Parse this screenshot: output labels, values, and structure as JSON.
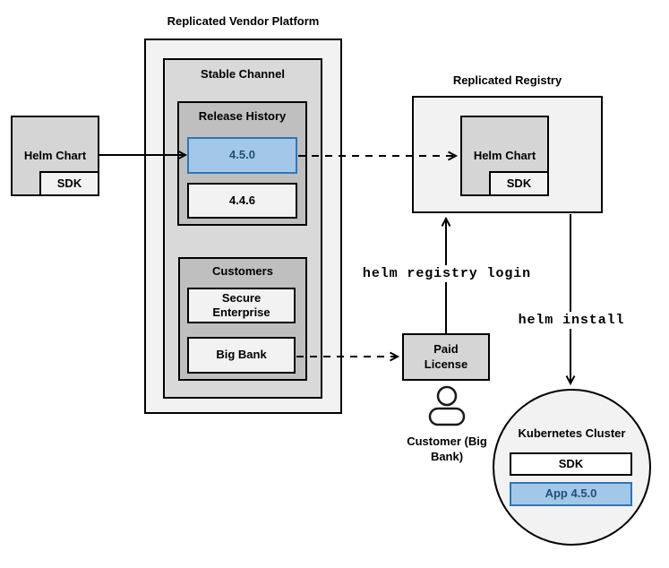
{
  "diagram": {
    "vendor_platform": {
      "title": "Replicated Vendor Platform"
    },
    "stable_channel": {
      "title": "Stable Channel"
    },
    "release_history": {
      "title": "Release History",
      "releases": [
        {
          "version": "4.5.0",
          "highlighted": true
        },
        {
          "version": "4.4.6",
          "highlighted": false
        }
      ]
    },
    "customers": {
      "title": "Customers",
      "items": [
        "Secure Enterprise",
        "Big Bank"
      ]
    },
    "source_chart": {
      "label": "Helm Chart",
      "sdk_label": "SDK"
    },
    "registry": {
      "title": "Replicated Registry",
      "chart_label": "Helm Chart",
      "sdk_label": "SDK"
    },
    "license": {
      "label": "Paid License"
    },
    "actor": {
      "label": "Customer (Big Bank)"
    },
    "commands": {
      "registry_login": "helm registry login",
      "install": "helm install"
    },
    "cluster": {
      "title": "Kubernetes Cluster",
      "sdk_label": "SDK",
      "app_label": "App 4.5.0"
    }
  },
  "colors": {
    "gray_light": "#f2f2f2",
    "gray_mid": "#d9d9d9",
    "gray_dark": "#bfbfbf",
    "gray_box": "#d5d5d5",
    "blue_fill": "#a3c7e8",
    "blue_border": "#2e75b6",
    "blue_text": "#1f4e79",
    "line": "#000000"
  }
}
